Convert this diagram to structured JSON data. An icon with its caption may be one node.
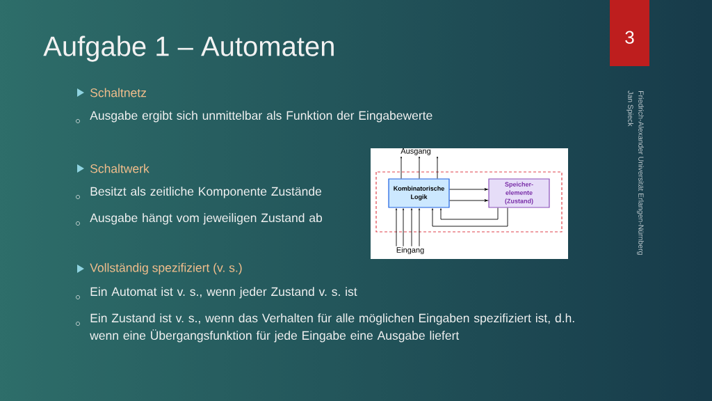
{
  "diagram": {
    "title": "Aufgabe 1 – Automaten",
    "nodes": [
      {
        "text": [
          "Kombinatorische Logik"
        ]
      },
      {
        "text": [
          "Speicher- elemente (Zustand)"
        ]
      },
      {
        "text": [
          "Ausgang"
        ]
      },
      {
        "text": [
          "Eingang"
        ]
      }
    ],
    "edges": [
      {
        "from": 0,
        "to": 2,
        "arrow": "to"
      },
      {
        "from": 0,
        "to": 2,
        "arrow": "to"
      },
      {
        "from": 0,
        "to": 2,
        "arrow": "to"
      },
      {
        "from": 3,
        "to": 0,
        "arrow": "to"
      },
      {
        "from": 3,
        "to": 0,
        "arrow": "to"
      },
      {
        "from": 3,
        "to": 0,
        "arrow": "to"
      },
      {
        "from": 3,
        "to": 0,
        "arrow": "to"
      },
      {
        "from": 0,
        "to": 1,
        "arrow": "to"
      },
      {
        "from": 0,
        "to": 1,
        "arrow": "to"
      },
      {
        "from": 1,
        "to": 0,
        "arrow": "to"
      },
      {
        "from": 1,
        "to": 0,
        "arrow": "to"
      }
    ],
    "labels": [
      "3",
      "Schaltnetz",
      "Ausgabe ergibt sich unmittelbar als Funktion der Eingabewerte",
      "Schaltwerk",
      "Besitzt als zeitliche Komponente Zustände",
      "Ausgabe hängt vom jeweiligen Zustand ab",
      "Vollständig spezifiziert (v. s.)",
      "Ein Automat ist v. s., wenn jeder Zustand v. s. ist",
      "Ein Zustand ist v. s., wenn das Verhalten für alle möglichen Eingaben spezifiziert ist, d.h. wenn eine Übergangsfunktion für jede Eingabe eine Ausgabe liefert",
      "Friedrich-Alexander Universität Erlangen-Nürnberg",
      "Jan Spieck"
    ]
  }
}
